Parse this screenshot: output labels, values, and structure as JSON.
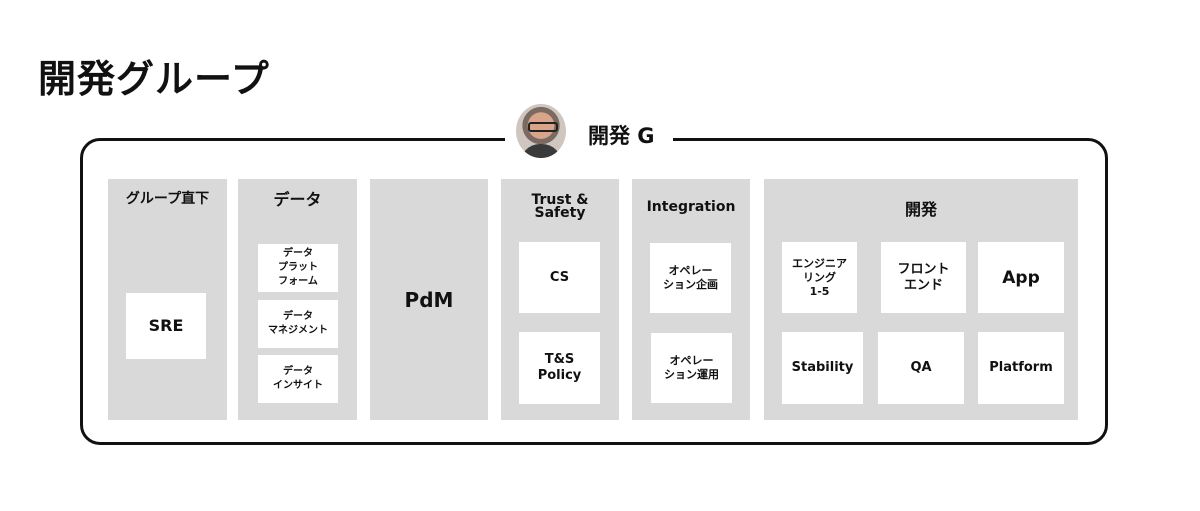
{
  "title": "開発グループ",
  "group": {
    "label": "開発 G"
  },
  "columns": [
    {
      "title": "グループ直下",
      "items": [
        "SRE"
      ]
    },
    {
      "title": "データ",
      "items": [
        "データ\nプラット\nフォーム",
        "データ\nマネジメント",
        "データ\nインサイト"
      ]
    },
    {
      "title": "PdM",
      "items": []
    },
    {
      "title": "Trust &\nSafety",
      "items": [
        "CS",
        "T&S\nPolicy"
      ]
    },
    {
      "title": "Integration",
      "items": [
        "オペレー\nション企画",
        "オペレー\nション運用"
      ]
    },
    {
      "title": "開発",
      "items": [
        "エンジニア\nリング\n1-5",
        "フロント\nエンド",
        "App",
        "Stability",
        "QA",
        "Platform"
      ]
    }
  ]
}
